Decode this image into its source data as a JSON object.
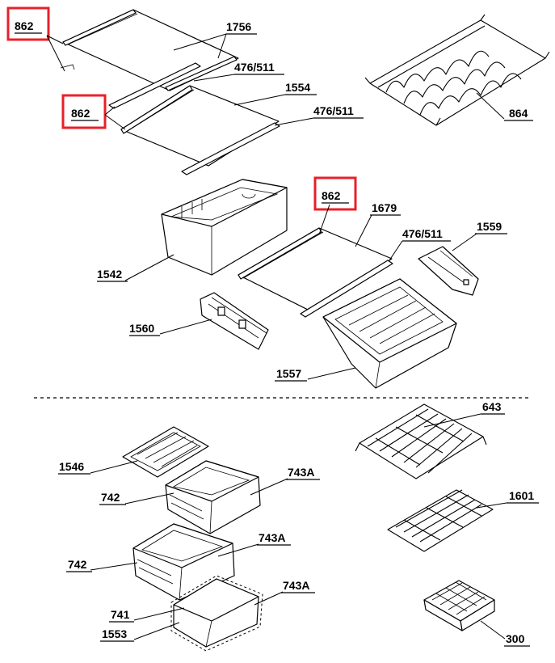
{
  "colors": {
    "highlight": "#e8202a",
    "ink": "#000000",
    "paper": "#ffffff"
  },
  "labels": {
    "l862a": "862",
    "l1756": "1756",
    "l476a": "476/511",
    "l1554": "1554",
    "l862b": "862",
    "l476b": "476/511",
    "l864": "864",
    "l862c": "862",
    "l1679": "1679",
    "l476c": "476/511",
    "l1559": "1559",
    "l1542": "1542",
    "l1560": "1560",
    "l1557": "1557",
    "l643": "643",
    "l1546": "1546",
    "l742a": "742",
    "l743a1": "743A",
    "l1601": "1601",
    "l742b": "742",
    "l743a2": "743A",
    "l743a3": "743A",
    "l741": "741",
    "l1553": "1553",
    "l300": "300"
  }
}
